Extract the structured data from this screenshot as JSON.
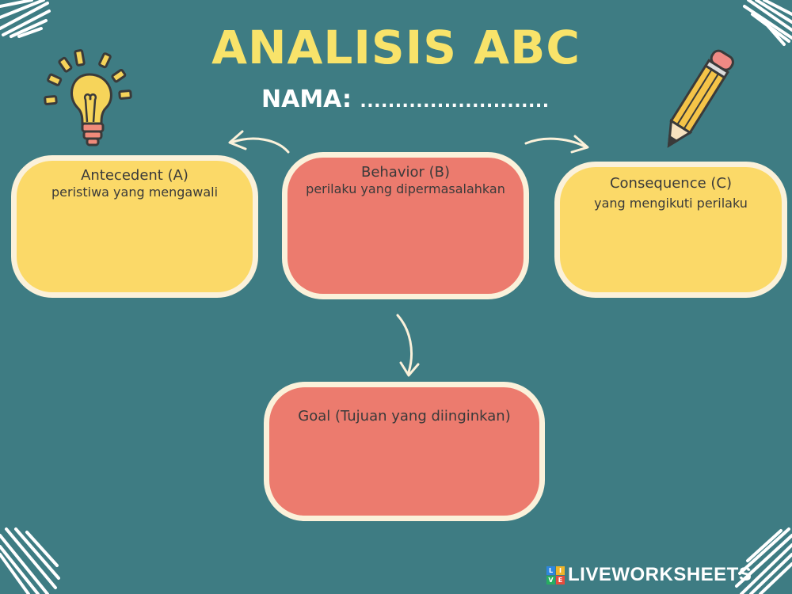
{
  "title": "ANALISIS ABC",
  "name_label": "NAMA:",
  "name_blank": "...........................",
  "boxes": {
    "antecedent": {
      "heading": "Antecedent (A)",
      "subtitle": "peristiwa yang mengawali"
    },
    "behavior": {
      "heading": "Behavior (B)",
      "subtitle": "perilaku yang dipermasalahkan"
    },
    "consequence": {
      "heading": "Consequence (C)",
      "subtitle": "yang mengikuti perilaku"
    },
    "goal": {
      "heading": "Goal (Tujuan yang diinginkan)"
    }
  },
  "footer": {
    "brand": "LIVEWORKSHEETS",
    "badge_letters": [
      "L",
      "I",
      "V",
      "E"
    ]
  },
  "colors": {
    "background": "#3e7c83",
    "title": "#f8e36a",
    "yellow_box": "#fbd968",
    "red_box": "#ec7b6e",
    "box_border": "#fbf1da"
  },
  "icons": [
    "lightbulb-icon",
    "pencil-icon",
    "arrow-left-icon",
    "arrow-right-icon",
    "arrow-down-icon",
    "scribble-decoration"
  ]
}
